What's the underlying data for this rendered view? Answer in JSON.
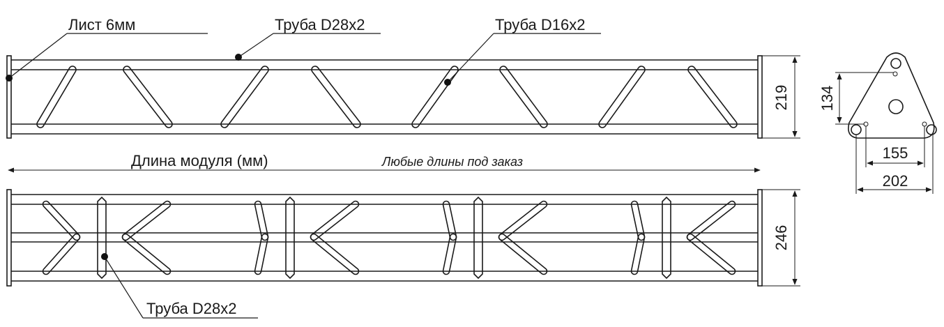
{
  "labels": {
    "sheet": "Лист 6мм",
    "pipe_top": "Труба D28x2",
    "pipe_diag": "Труба D16x2",
    "pipe_bottom": "Труба D28x2",
    "module_length": "Длина модуля (мм)",
    "any_length": "Любые длины под заказ"
  },
  "dimensions": {
    "side_height": "219",
    "top_height": "246",
    "section_height": "134",
    "section_inner_width": "155",
    "section_outer_width": "202"
  },
  "colors": {
    "line": "#1a1a1a",
    "background": "#ffffff"
  }
}
